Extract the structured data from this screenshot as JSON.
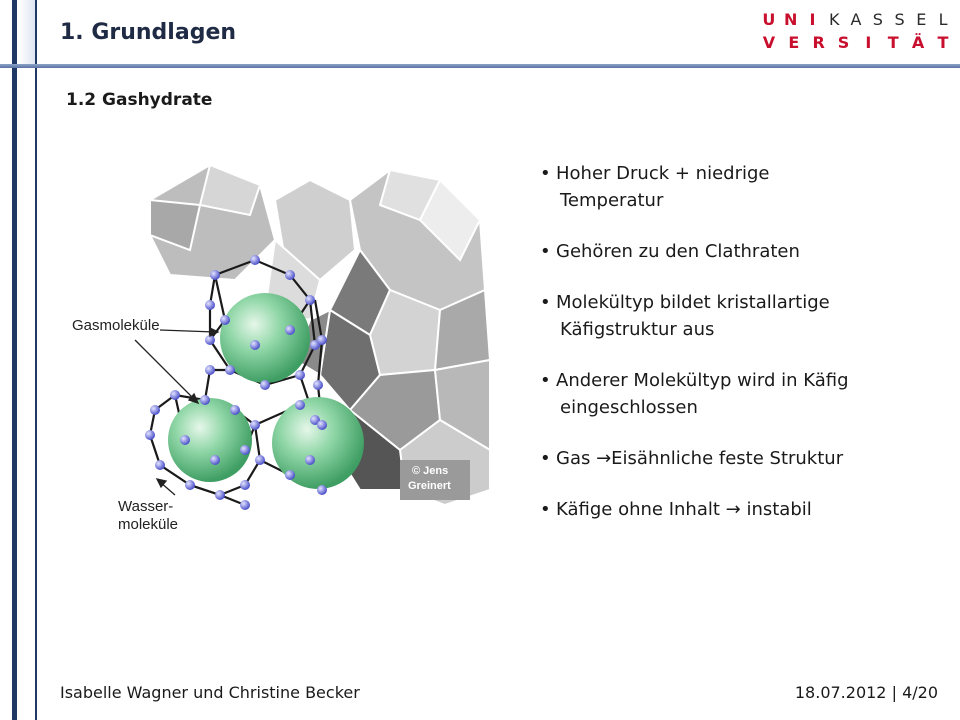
{
  "header": {
    "title": "1. Grundlagen",
    "logo_row1": [
      "U",
      "N",
      "I",
      "K",
      "A",
      "S",
      "S",
      "E",
      "L"
    ],
    "logo_row2": [
      "V",
      "E",
      "R",
      "S",
      "I",
      "T",
      "Ä",
      "T"
    ]
  },
  "slide": {
    "subtitle": "1.2 Gashydrate"
  },
  "figure": {
    "label_gas": "Gasmoleküle",
    "label_water_1": "Wasser-",
    "label_water_2": "moleküle",
    "copyright_1": "© Jens",
    "copyright_2": "Greinert"
  },
  "bullets": [
    {
      "line1": "Hoher Druck + niedrige",
      "line2": "Temperatur"
    },
    {
      "line1": "Gehören zu den Clathraten",
      "line2": ""
    },
    {
      "line1": "Molekültyp bildet kristallartige",
      "line2": "Käfigstruktur aus"
    },
    {
      "line1": "Anderer Molekültyp wird in Käfig",
      "line2": "eingeschlossen"
    },
    {
      "pre": "Gas ",
      "arrow": "→",
      "post": "Eisähnliche feste Struktur"
    },
    {
      "pre": "Käfige ohne Inhalt ",
      "arrow": "→",
      "post": " instabil"
    }
  ],
  "footer": {
    "authors": "Isabelle Wagner und Christine Becker",
    "date": "18.07.2012 |",
    "page": "4/20"
  },
  "colors": {
    "accent": "#1f3864",
    "logo_red": "#c8102e",
    "sphere_green": "#7ccf9a",
    "atom_blue": "#7a7fe0"
  }
}
